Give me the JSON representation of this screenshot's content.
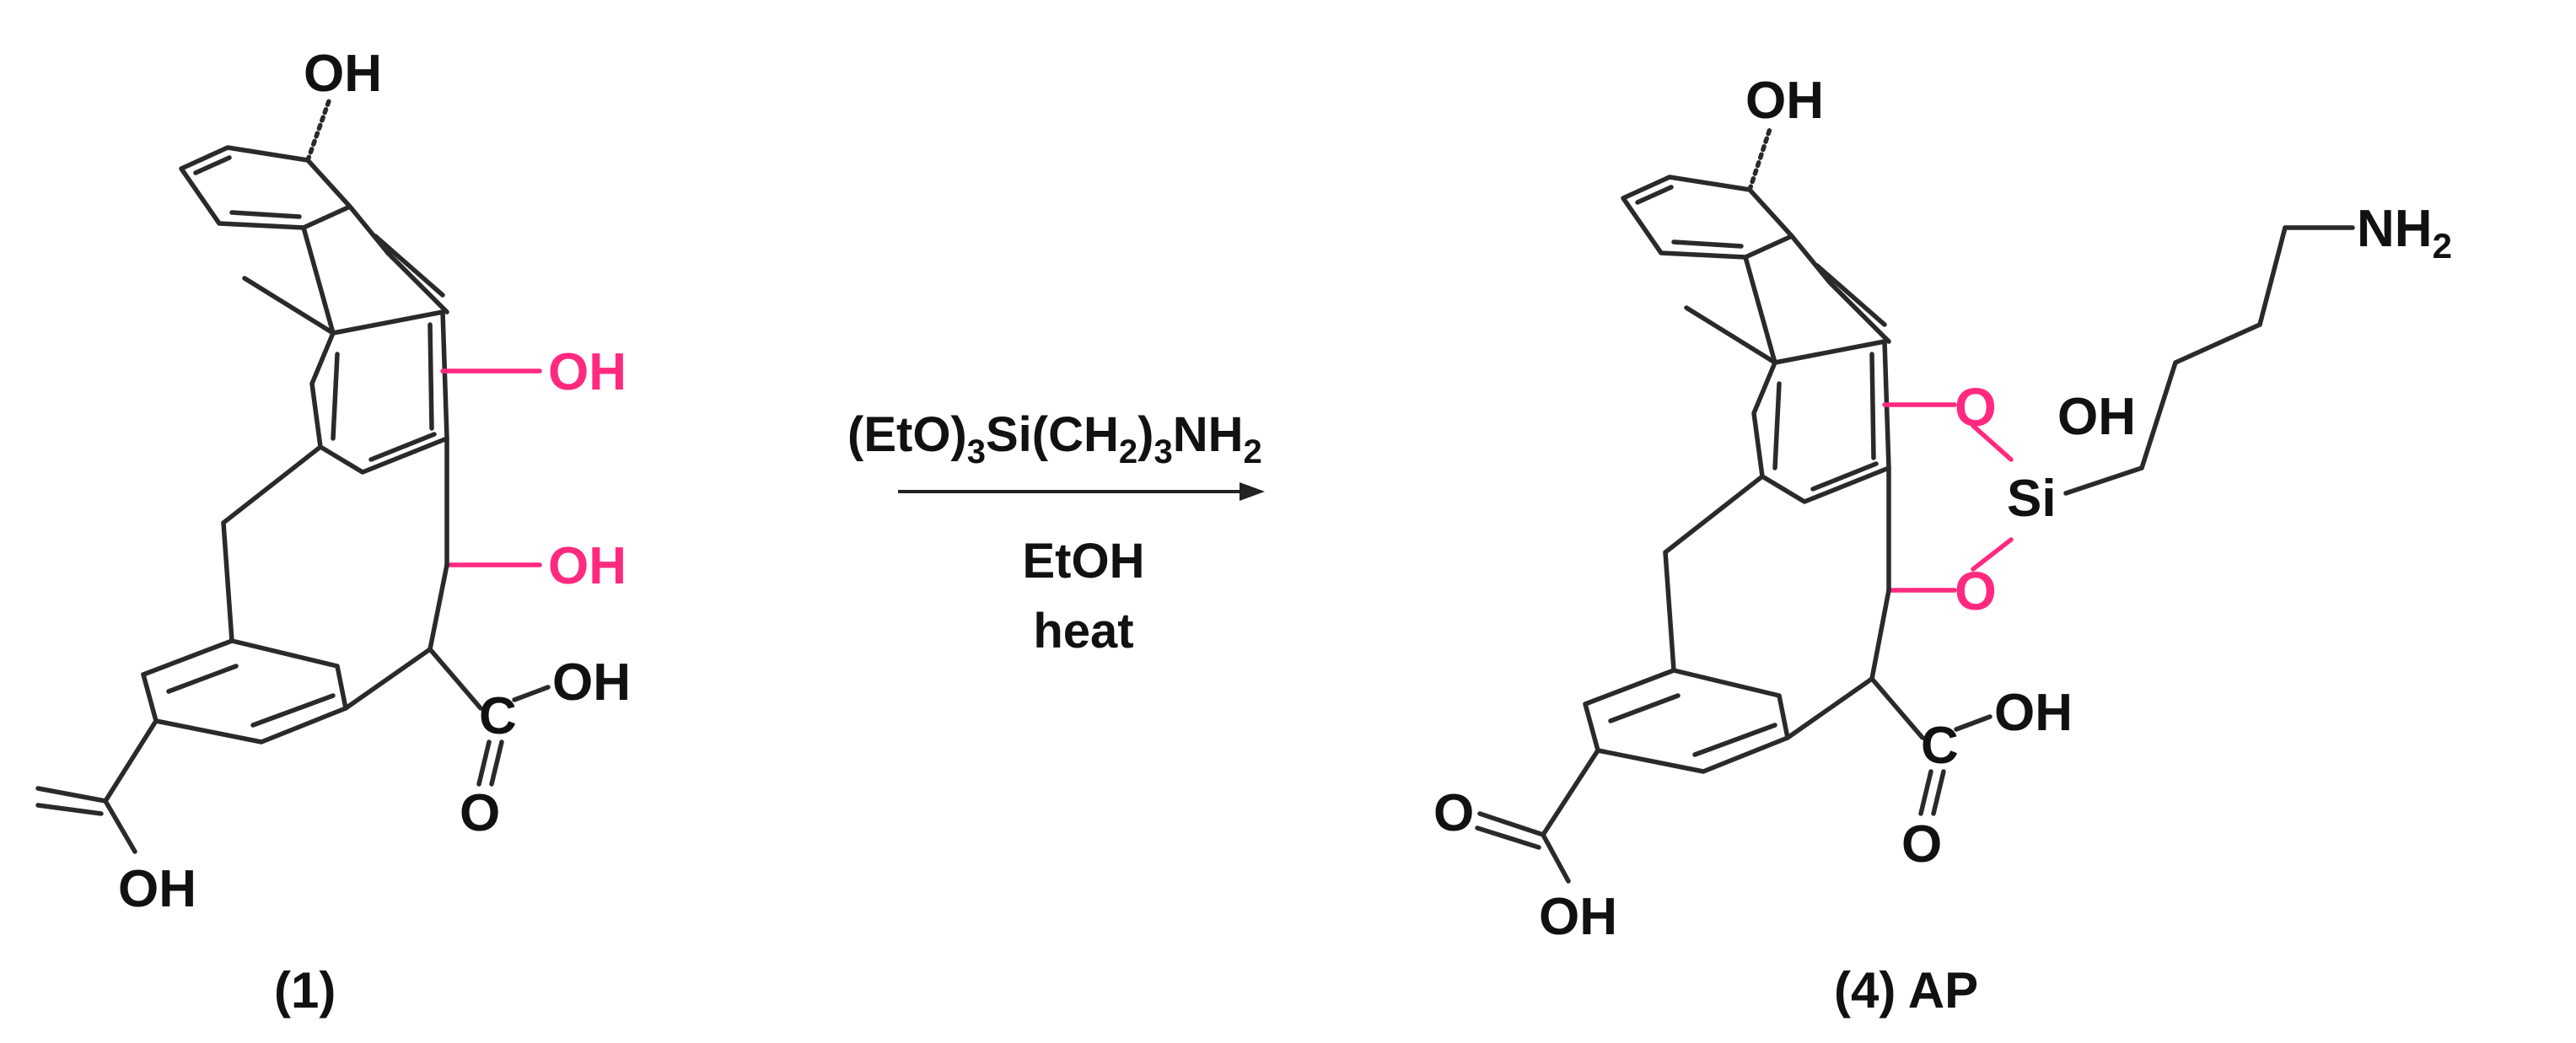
{
  "colors": {
    "highlight": "#ff2a7f",
    "ink": "#111111",
    "background": "#ffffff"
  },
  "reactant": {
    "label": "(1)",
    "atoms": {
      "oh_top": "OH",
      "oh_pink_1": "OH",
      "oh_pink_2": "OH",
      "acid_oh": "OH",
      "acid_o": "O",
      "acid_c": "C",
      "left_oh": "OH"
    }
  },
  "reaction": {
    "reagent_prefix": "(EtO)",
    "reagent_sub1": "3",
    "reagent_mid": "Si(CH",
    "reagent_sub2": "2",
    "reagent_mid2": ")",
    "reagent_sub3": "3",
    "reagent_suffix": "NH",
    "reagent_sub4": "2",
    "solvent": "EtOH",
    "condition": "heat"
  },
  "product": {
    "label": "(4) AP",
    "atoms": {
      "oh_top": "OH",
      "o_upper": "O",
      "o_lower": "O",
      "si": "Si",
      "si_oh": "OH",
      "nh2": "NH",
      "nh2_sub": "2",
      "acid_oh": "OH",
      "acid_o": "O",
      "acid_c": "C",
      "left_acid_o": "O",
      "left_acid_oh": "OH"
    }
  }
}
